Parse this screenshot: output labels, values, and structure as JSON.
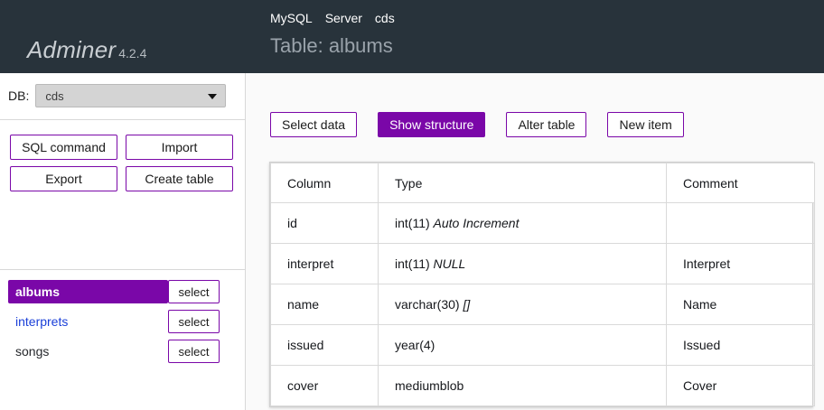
{
  "topbar": {
    "brand_name": "Adminer",
    "brand_version": "4.2.4",
    "breadcrumb": [
      "MySQL",
      "Server",
      "cds"
    ],
    "page_title": "Table: albums"
  },
  "sidebar": {
    "db_label": "DB:",
    "db_selected": "cds",
    "db_options": [
      "cds"
    ],
    "actions": [
      "SQL command",
      "Import",
      "Export",
      "Create table"
    ],
    "select_label": "select",
    "tables": [
      {
        "name": "albums",
        "state": "active"
      },
      {
        "name": "interprets",
        "state": "link"
      },
      {
        "name": "songs",
        "state": "visited"
      }
    ]
  },
  "main": {
    "tabs": [
      {
        "label": "Select data",
        "active": false
      },
      {
        "label": "Show structure",
        "active": true
      },
      {
        "label": "Alter table",
        "active": false
      },
      {
        "label": "New item",
        "active": false
      }
    ],
    "structure": {
      "headers": [
        "Column",
        "Type",
        "Comment"
      ],
      "rows": [
        {
          "column": "id",
          "type": "int(11)",
          "modifier": "Auto Increment",
          "comment": ""
        },
        {
          "column": "interpret",
          "type": "int(11)",
          "modifier": "NULL",
          "comment": "Interpret"
        },
        {
          "column": "name",
          "type": "varchar(30)",
          "modifier": "[]",
          "comment": "Name"
        },
        {
          "column": "issued",
          "type": "year(4)",
          "modifier": "",
          "comment": "Issued"
        },
        {
          "column": "cover",
          "type": "mediumblob",
          "modifier": "",
          "comment": "Cover"
        }
      ]
    }
  },
  "colors": {
    "topbar_bg": "#28333b",
    "accent_purple": "#7a07a8",
    "link_blue": "#1a3fd8",
    "page_bg": "#fafafa"
  }
}
